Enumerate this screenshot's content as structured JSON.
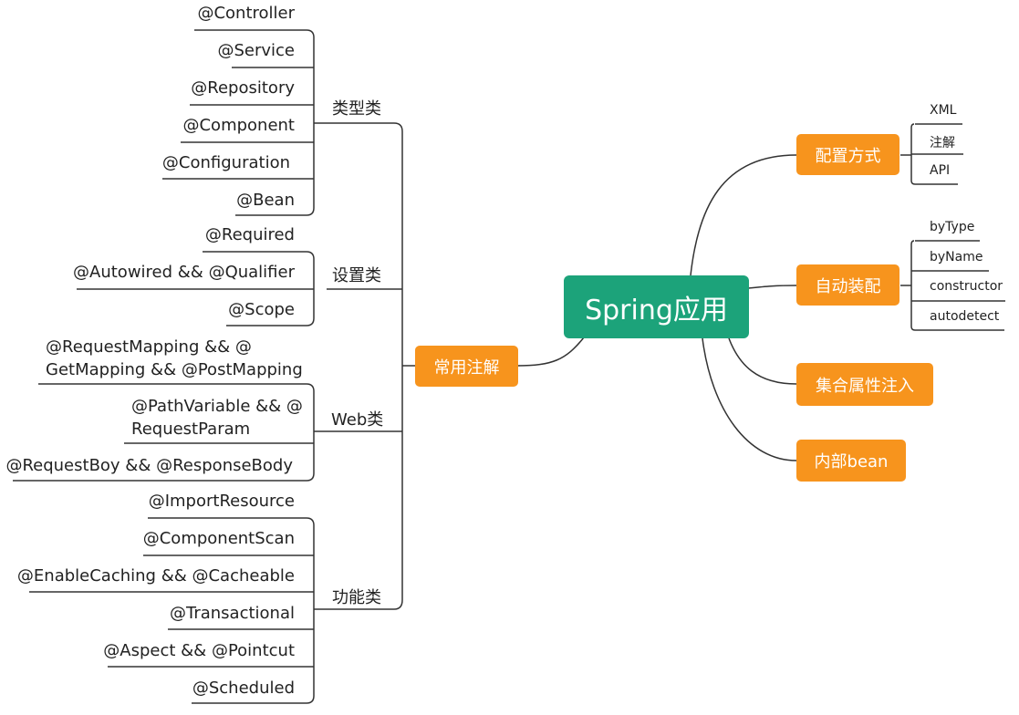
{
  "root": "Spring应用",
  "left_main": "常用注解",
  "categories": {
    "type": "类型类",
    "setting": "设置类",
    "web": "Web类",
    "func": "功能类"
  },
  "type_items": [
    "@Controller",
    "@Service",
    "@Repository",
    "@Component",
    "@Configuration",
    "@Bean"
  ],
  "setting_items": [
    "@Required",
    "@Autowired && @Qualifier",
    "@Scope"
  ],
  "web_items": [
    "@RequestMapping && @\nGetMapping && @PostMapping",
    "@PathVariable && @\nRequestParam",
    "@RequestBoy && @ResponseBody"
  ],
  "func_items": [
    "@ImportResource",
    "@ComponentScan",
    "@EnableCaching && @Cacheable",
    "@Transactional",
    "@Aspect && @Pointcut",
    "@Scheduled"
  ],
  "right": {
    "config": {
      "label": "配置方式",
      "items": [
        "XML",
        "注解",
        "API"
      ]
    },
    "autowire": {
      "label": "自动装配",
      "items": [
        "byType",
        "byName",
        "constructor",
        "autodetect"
      ]
    },
    "collection": {
      "label": "集合属性注入"
    },
    "inner": {
      "label": "内部bean"
    }
  },
  "colors": {
    "root": "#1ca37a",
    "branch": "#f7941d",
    "line": "#333333"
  }
}
